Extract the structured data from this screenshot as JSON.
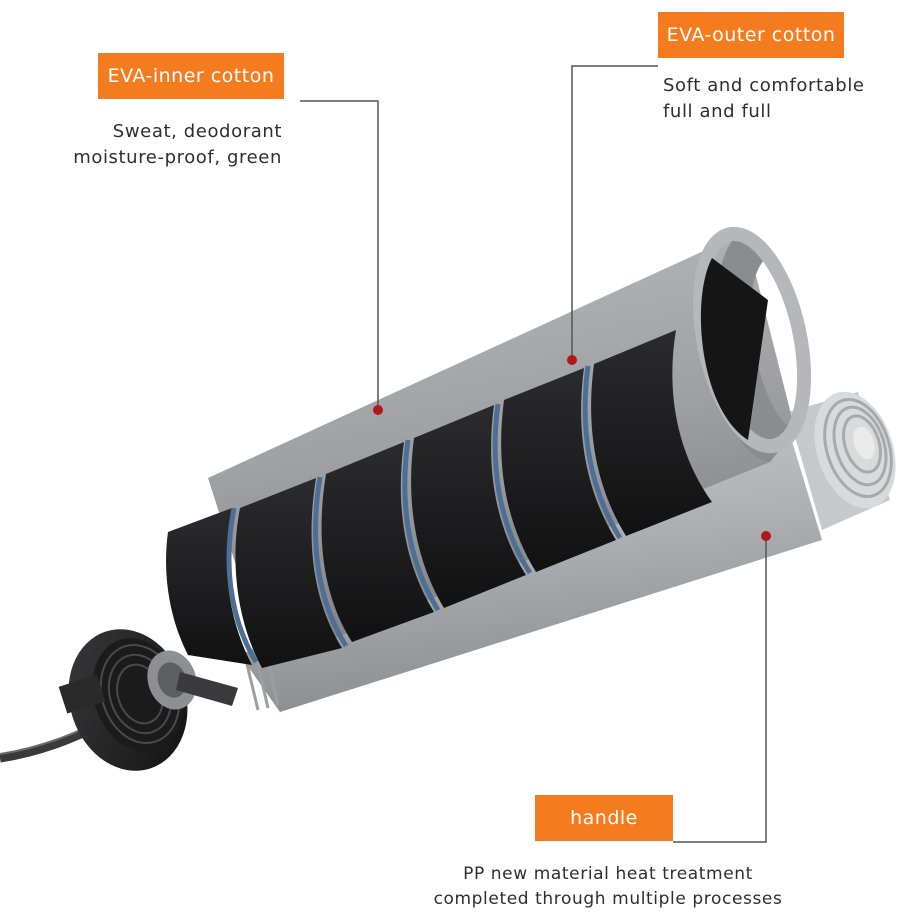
{
  "colors": {
    "label_bg": "#f47c1f",
    "label_text": "#ffffff",
    "leader_line": "#555555",
    "dot": "#b01818",
    "sleeve": "#9ea0a4",
    "foam": "#1c1c1d",
    "inner_cotton": "#4e6f95",
    "handle_body": "#a9abaf",
    "cable": "#333333"
  },
  "callouts": {
    "inner": {
      "label": "EVA-inner cotton",
      "lines": [
        "Sweat, deodorant",
        "moisture-proof, green"
      ]
    },
    "outer": {
      "label": "EVA-outer cotton",
      "lines": [
        "Soft and comfortable",
        "full and full"
      ]
    },
    "handle": {
      "label": "handle",
      "lines": [
        "PP new material heat treatment",
        "completed through multiple processes"
      ]
    }
  }
}
